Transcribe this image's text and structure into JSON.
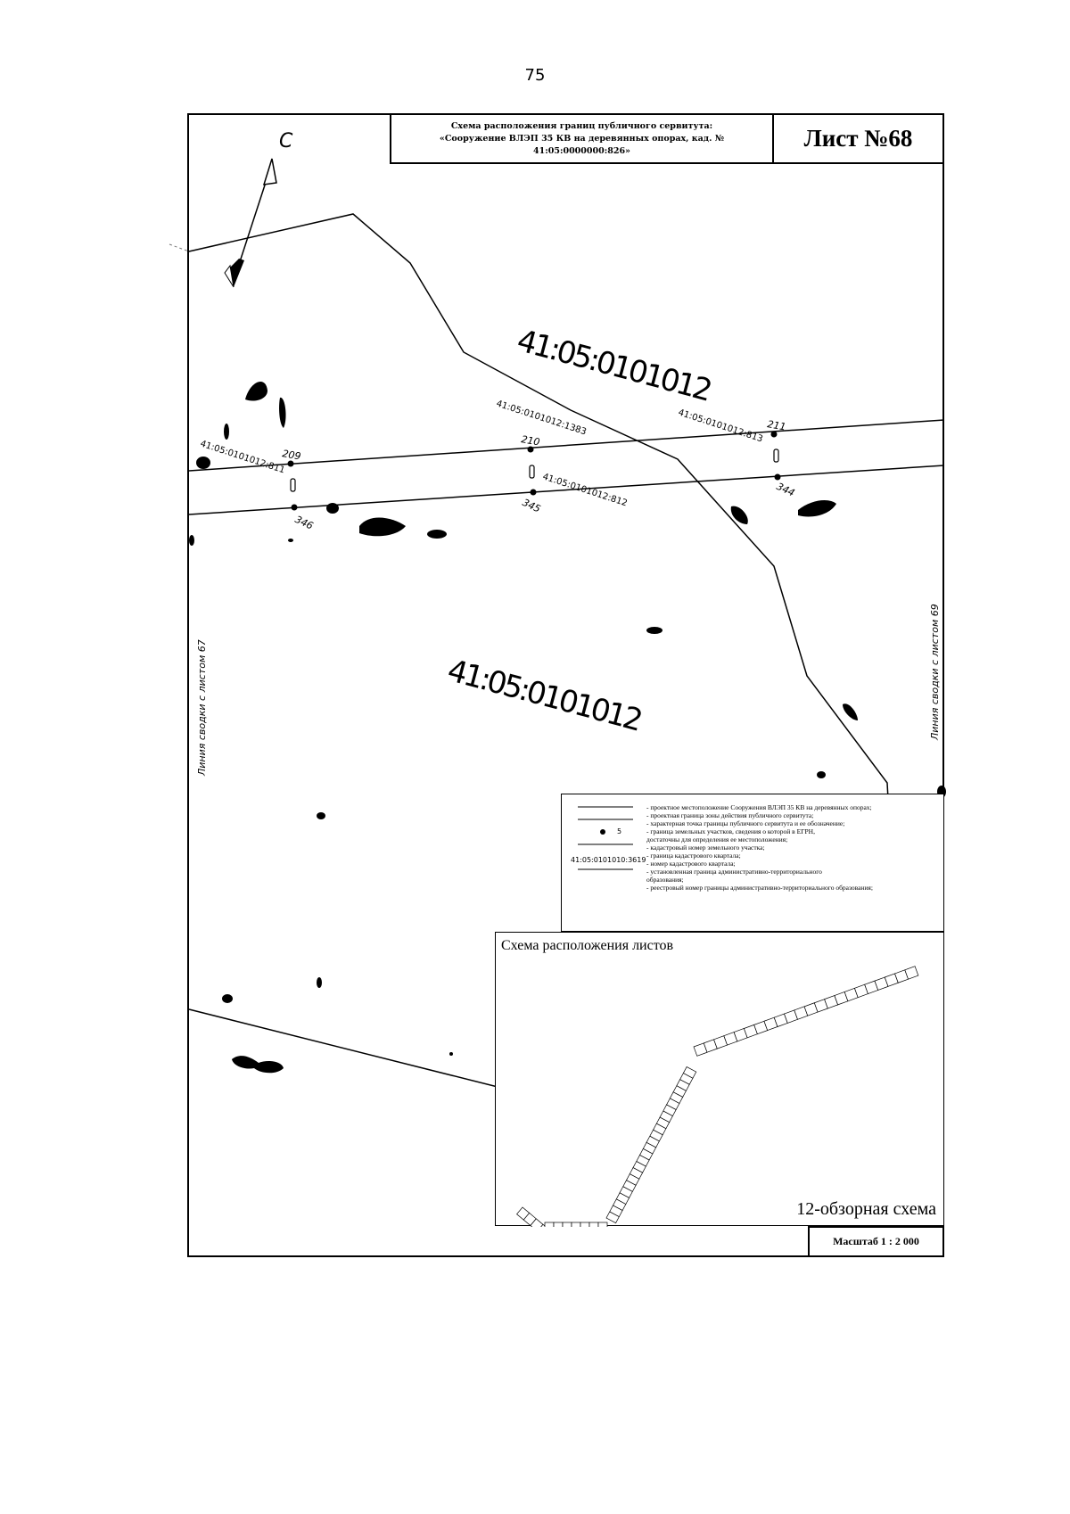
{
  "page_number": "75",
  "title": {
    "line1": "Схема расположения границ публичного сервитута:",
    "line2": "«Сооружение ВЛЭП 35 КВ на деревянных опорах, кад. № 41:05:0000000:826»"
  },
  "sheet_label": "Лист №68",
  "north_label": "С",
  "quarter_labels": [
    "41:05:0101012",
    "41:05:0101012"
  ],
  "parcel_labels": [
    "41:05:0101012:811",
    "41:05:0101012:1383",
    "41:05:0101012:813",
    "41:05:0101012:812"
  ],
  "point_labels": [
    "209",
    "210",
    "211",
    "346",
    "345",
    "344"
  ],
  "side_labels": {
    "left": "Линия сводки с листом 67",
    "right": "Линия сводки с листом 69"
  },
  "legend": {
    "symbol_point": "5",
    "symbol_cadastral": "41:05:0101010:3619",
    "items": [
      "- проектное местоположение Сооружения ВЛЭП 35 КВ на деревянных опорах;",
      "- проектная граница зоны действия публичного сервитута;",
      "- характерная точка границы публичного сервитута и ее обозначение;",
      "- граница земельных участков, сведения о которой в ЕГРН,",
      "  достаточны для определения ее местоположения;",
      "- кадастровый номер земельного участка;",
      "- граница кадастрового квартала;",
      "- номер кадастрового квартала;",
      "- установленная граница административно-территориального",
      "  образования;",
      "- реестровый номер границы административно-территориального образования;"
    ]
  },
  "inset": {
    "title": "Схема расположения листов",
    "caption": "12-обзорная схема"
  },
  "scale": "Масштаб 1 : 2 000"
}
